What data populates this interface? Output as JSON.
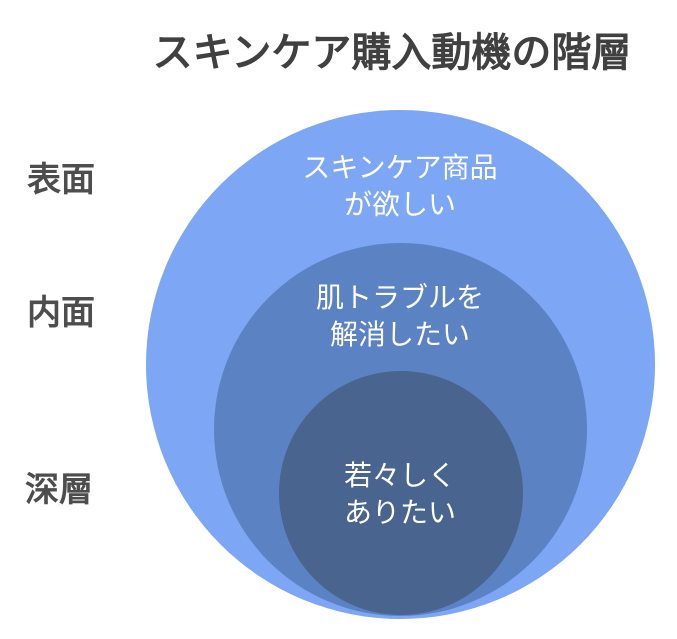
{
  "title": "スキンケア購入動機の階層",
  "colors": {
    "background": "#FFFFFF",
    "title_text": "#404040",
    "side_label_text": "#4D4D4D",
    "outer_circle": "#7DA6F4",
    "middle_circle": "#5B82C3",
    "inner_circle": "#48648F",
    "circle_text": "#FFFFFF"
  },
  "side_labels": [
    {
      "label": "表面"
    },
    {
      "label": "内面"
    },
    {
      "label": "深層"
    }
  ],
  "levels": [
    {
      "depth": "表面",
      "line1": "スキンケア商品",
      "line2": "が欲しい"
    },
    {
      "depth": "内面",
      "line1": "肌トラブルを",
      "line2": "解消したい"
    },
    {
      "depth": "深層",
      "line1": "若々しく",
      "line2": "ありたい"
    }
  ]
}
